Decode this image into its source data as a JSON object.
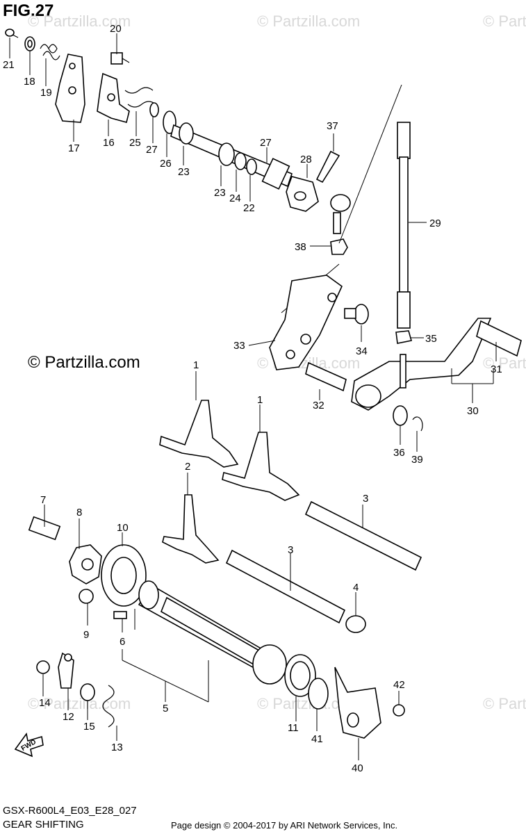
{
  "figure": {
    "title": "FIG.27",
    "copyright": "© Partzilla.com"
  },
  "footer": {
    "model_code": "GSX-R600L4_E03_E28_027",
    "diagram_name": "GEAR SHIFTING",
    "page_design": "Page design © 2004-2017 by ARI Network Services, Inc."
  },
  "watermark": "© Partzilla.com",
  "fwd_label": "FWD",
  "callouts": [
    "1",
    "1",
    "2",
    "3",
    "3",
    "4",
    "5",
    "6",
    "7",
    "8",
    "9",
    "10",
    "11",
    "12",
    "13",
    "14",
    "15",
    "16",
    "17",
    "18",
    "19",
    "20",
    "21",
    "22",
    "23",
    "23",
    "24",
    "25",
    "26",
    "27",
    "27",
    "28",
    "29",
    "30",
    "31",
    "32",
    "33",
    "34",
    "35",
    "36",
    "37",
    "38",
    "39",
    "40",
    "41",
    "42"
  ]
}
